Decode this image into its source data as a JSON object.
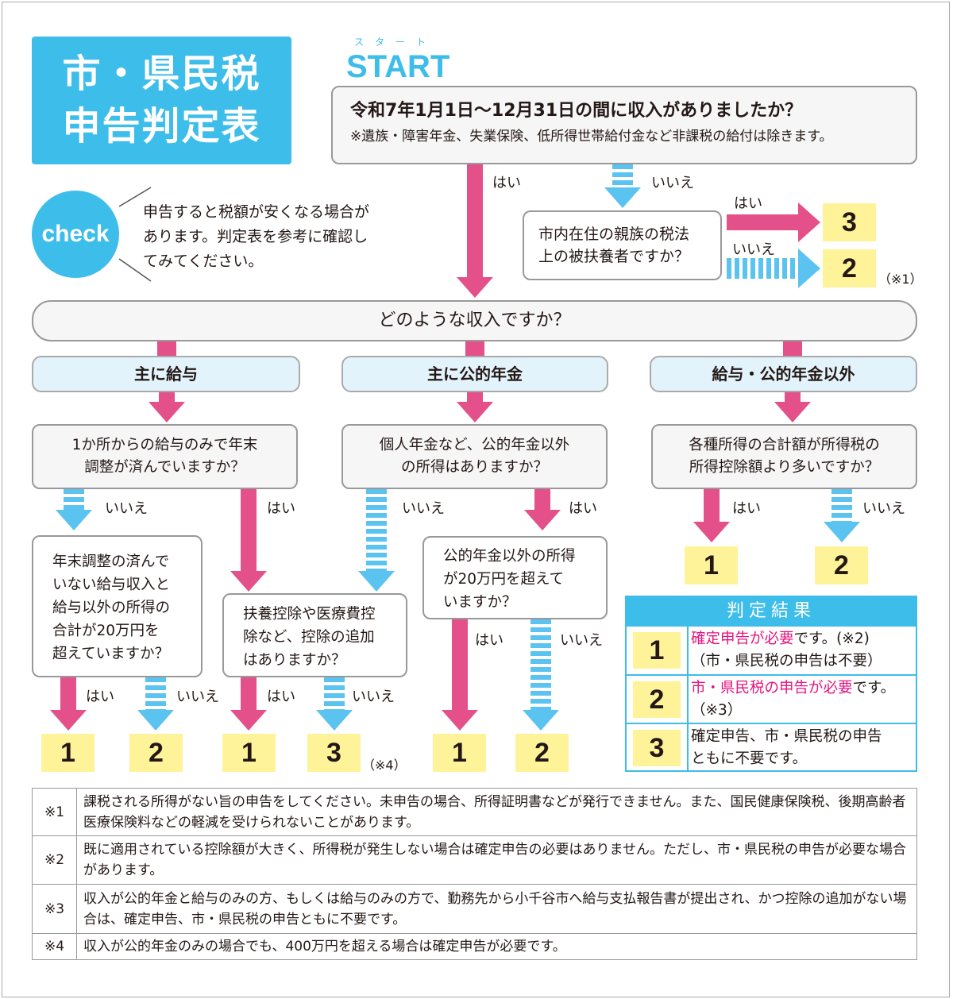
{
  "title": [
    "市・県民税",
    "申告判定表"
  ],
  "start": {
    "ruby": "スタート",
    "label": "START"
  },
  "q1": {
    "line1": "令和7年1月1日〜12月31日の間に収入がありましたか？",
    "line2": "※遺族・障害年金、失業保険、低所得世帯給付金など非課税の給付は除きます。"
  },
  "yes": "はい",
  "no": "いいえ",
  "dependent_q": [
    "市内在住の親族の税法",
    "上の被扶養者ですか？"
  ],
  "note1_ref": "（※1）",
  "note4_ref": "（※4）",
  "check": {
    "badge": "check",
    "text": [
      "申告すると税額が安くなる場合が",
      "あります。判定表を参考に確認し",
      "てみてください。"
    ]
  },
  "q2": "どのような収入ですか？",
  "categories": [
    "主に給与",
    "主に公的年金",
    "給与・公的年金以外"
  ],
  "salary": {
    "q": [
      "1か所からの給与のみで年末",
      "調整が済んでいますか？"
    ],
    "q_no": [
      "年末調整の済んで",
      "いない給与収入と",
      "給与以外の所得の",
      "合計が20万円を",
      "超えていますか？"
    ],
    "q_yes": [
      "扶養控除や医療費控",
      "除など、控除の追加",
      "はありますか？"
    ]
  },
  "pension": {
    "q": [
      "個人年金など、公的年金以外",
      "の所得はありますか？"
    ],
    "q_yes": [
      "公的年金以外の所得",
      "が20万円を超えて",
      "いますか？"
    ]
  },
  "other": {
    "q": [
      "各種所得の合計額が所得税の",
      "所得控除額より多いですか？"
    ]
  },
  "results": {
    "1": "1",
    "2": "2",
    "3": "3"
  },
  "result_table": {
    "header": "判定結果",
    "rows": [
      {
        "num": "1",
        "hl": "確定申告が必要",
        "rest": "です。(※2)",
        "line2": "（市・県民税の申告は不要）"
      },
      {
        "num": "2",
        "hl": "市・県民税の申告が必要",
        "rest": "です。",
        "line2": "（※3）"
      },
      {
        "num": "3",
        "hl": "",
        "rest": "確定申告、市・県民税の申告",
        "line2": "ともに不要です。"
      }
    ]
  },
  "notes": [
    {
      "key": "※1",
      "text": "課税される所得がない旨の申告をしてください。未申告の場合、所得証明書などが発行できません。また、国民健康保険税、後期高齢者医療保険料などの軽減を受けられないことがあります。"
    },
    {
      "key": "※2",
      "text": "既に適用されている控除額が大きく、所得税が発生しない場合は確定申告の必要はありません。ただし、市・県民税の申告が必要な場合があります。"
    },
    {
      "key": "※3",
      "text": "収入が公的年金と給与のみの方、もしくは給与のみの方で、勤務先から小千谷市へ給与支払報告書が提出され、かつ控除の追加がない場合は、確定申告、市・県民税の申告ともに不要です。"
    },
    {
      "key": "※4",
      "text": "収入が公的年金のみの場合でも、400万円を超える場合は確定申告が必要です。"
    }
  ]
}
